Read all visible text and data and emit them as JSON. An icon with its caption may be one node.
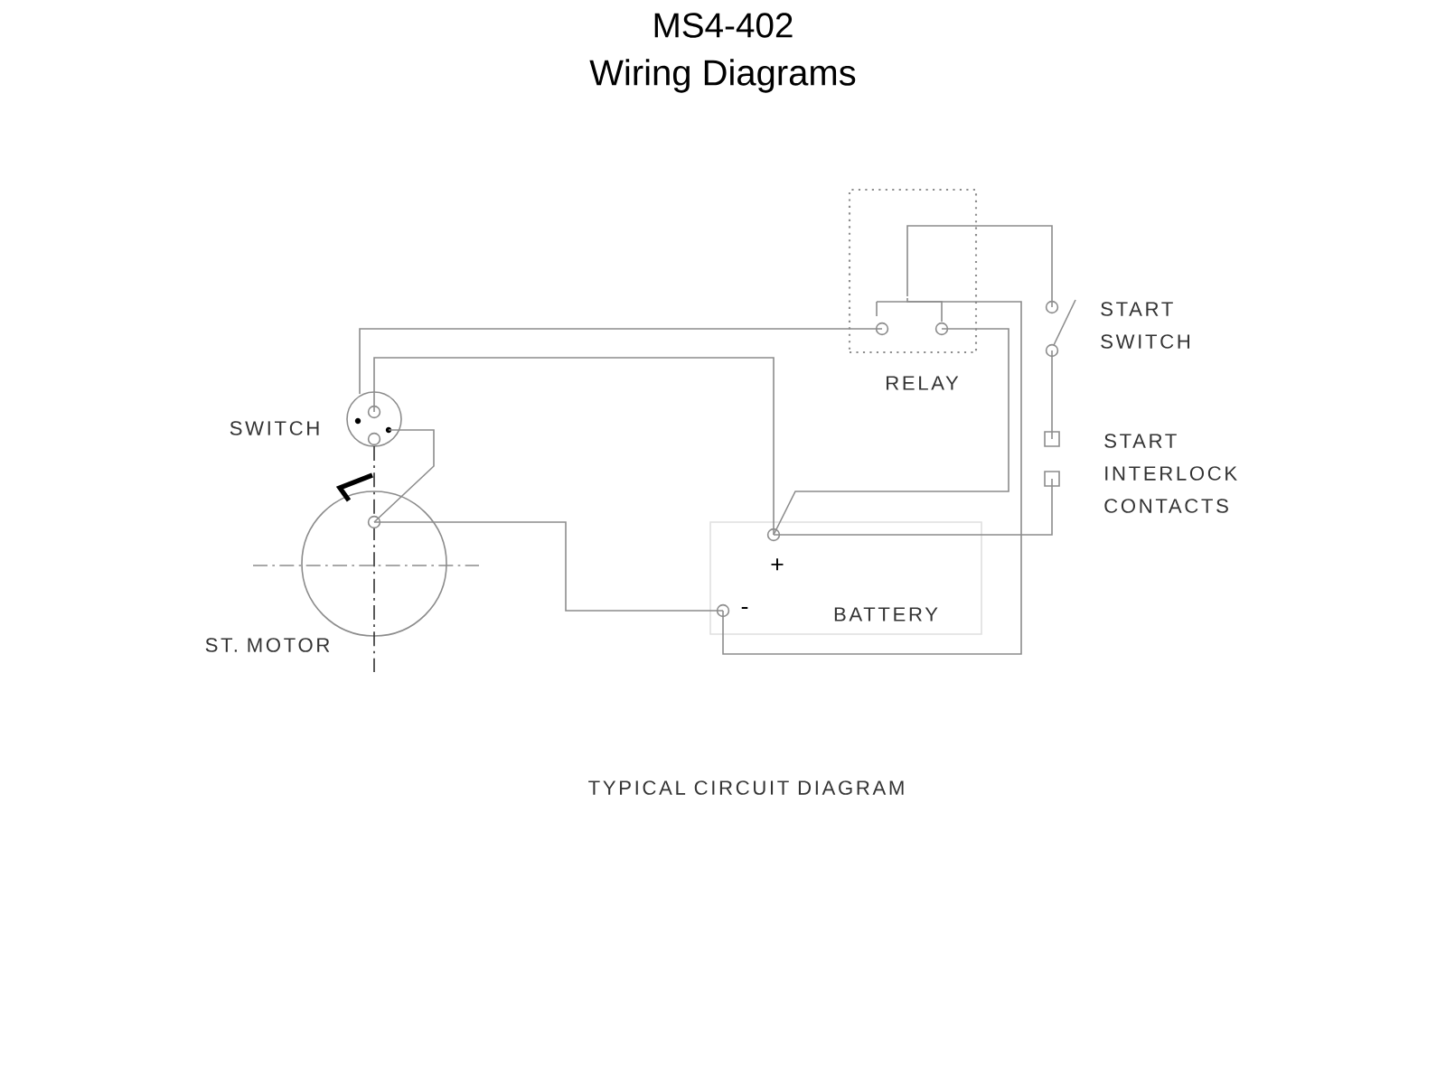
{
  "diagram": {
    "title": "MS4-402",
    "caption": "TYPICAL CIRCUIT DIAGRAM",
    "nodes": [
      {
        "text": [
          "SWITCH"
        ]
      },
      {
        "text": [
          "ST. MOTOR"
        ]
      },
      {
        "text": [
          "RELAY"
        ]
      },
      {
        "text": [
          "BATTERY"
        ]
      },
      {
        "text": [
          "START SWITCH"
        ]
      },
      {
        "text": [
          "START INTERLOCK CONTACTS"
        ]
      }
    ],
    "edges": [
      {
        "from": 0,
        "to": 2,
        "arrow": "none"
      },
      {
        "from": 0,
        "to": 3,
        "arrow": "none"
      },
      {
        "from": 0,
        "to": 1,
        "arrow": "none"
      },
      {
        "from": 1,
        "to": 3,
        "arrow": "none"
      },
      {
        "from": 3,
        "to": 2,
        "arrow": "none"
      },
      {
        "from": 3,
        "to": 5,
        "arrow": "none"
      },
      {
        "from": 4,
        "to": 5,
        "arrow": "none"
      },
      {
        "from": 4,
        "to": 2,
        "arrow": "none"
      },
      {
        "from": 3,
        "to": 2,
        "arrow": "none"
      }
    ],
    "labels": [
      "Wiring Diagrams",
      "+",
      "-"
    ]
  }
}
